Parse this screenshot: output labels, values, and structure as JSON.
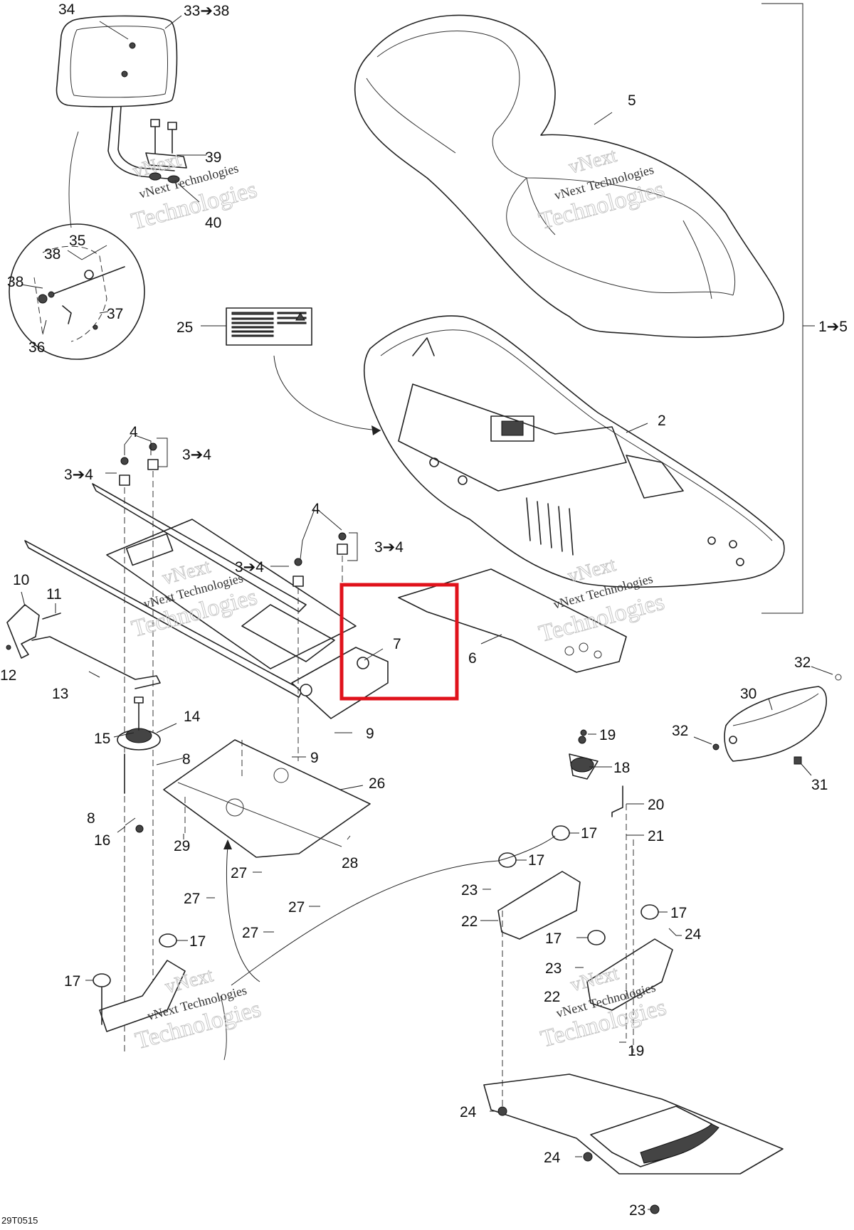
{
  "figure_code": "29T0515",
  "watermark": {
    "line1": "vNext Technologies",
    "line2": "vNext",
    "line3": "Technologies"
  },
  "highlight_color": "#e0121b",
  "callouts": {
    "c34": "34",
    "c33_38": "33➔38",
    "c39": "39",
    "c40": "40",
    "c35": "35",
    "c38a": "38",
    "c38b": "38",
    "c36": "36",
    "c37": "37",
    "c5": "5",
    "c1_5": "1➔5",
    "c25": "25",
    "c2": "2",
    "c4a": "4",
    "c3_4a": "3➔4",
    "c3_4b": "3➔4",
    "c4b": "4",
    "c3_4c": "3➔4",
    "c3_4d": "3➔4",
    "c10": "10",
    "c11": "11",
    "c12": "12",
    "c13": "13",
    "c7": "7",
    "c6": "6",
    "c32a": "32",
    "c30": "30",
    "c32b": "32",
    "c31": "31",
    "c14": "14",
    "c15": "15",
    "c8a": "8",
    "c8b": "8",
    "c16": "16",
    "c9a": "9",
    "c9b": "9",
    "c26": "26",
    "c29": "29",
    "c28": "28",
    "c27a": "27",
    "c27b": "27",
    "c27c": "27",
    "c27d": "27",
    "c19a": "19",
    "c18": "18",
    "c20": "20",
    "c21": "21",
    "c17a": "17",
    "c17b": "17",
    "c17c": "17",
    "c17d": "17",
    "c17e": "17",
    "c17f": "17",
    "c23a": "23",
    "c22a": "22",
    "c24a": "24",
    "c23b": "23",
    "c22b": "22",
    "c19b": "19",
    "c24b": "24",
    "c24c": "24",
    "c23c": "23"
  }
}
